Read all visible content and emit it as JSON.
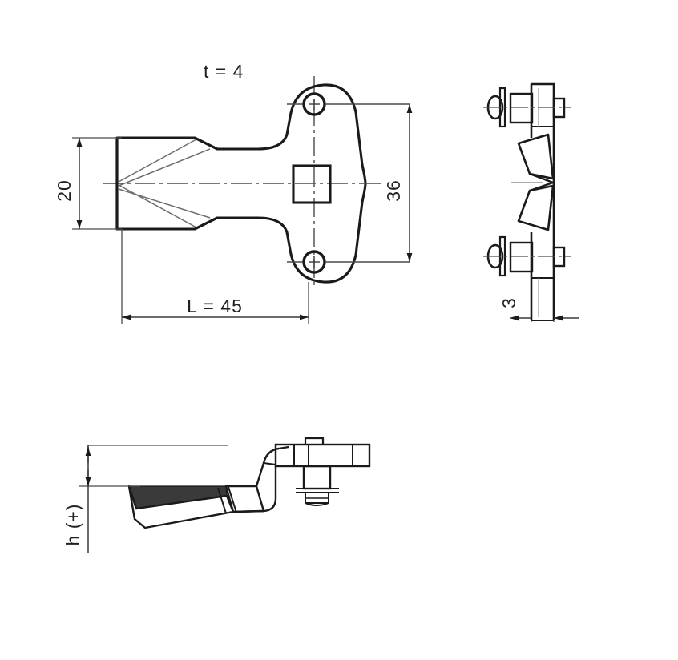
{
  "drawing": {
    "title": "Technical part drawing - bent bracket with two mounting holes",
    "background_color": "#ffffff",
    "line_color": "#1a1a1a",
    "thin_line_color": "#5a5a5a",
    "text_color": "#231f20",
    "views": [
      {
        "name": "front-view",
        "description": "Plan view of bracket showing T shaped plate, tapered blade, square hole and two bolt holes"
      },
      {
        "name": "side-view",
        "description": "Side elevation showing plate thickness, two bolts with washers and bent blade"
      },
      {
        "name": "bottom-view",
        "description": "Elevation showing blade offset height h and stud fastener"
      }
    ],
    "annotations": {
      "thickness_label": "t  =  4",
      "width_label": "20",
      "height_label": "36",
      "length_label": "L  =  45",
      "plate_thickness_label": "3",
      "offset_label": "h (+)"
    }
  }
}
